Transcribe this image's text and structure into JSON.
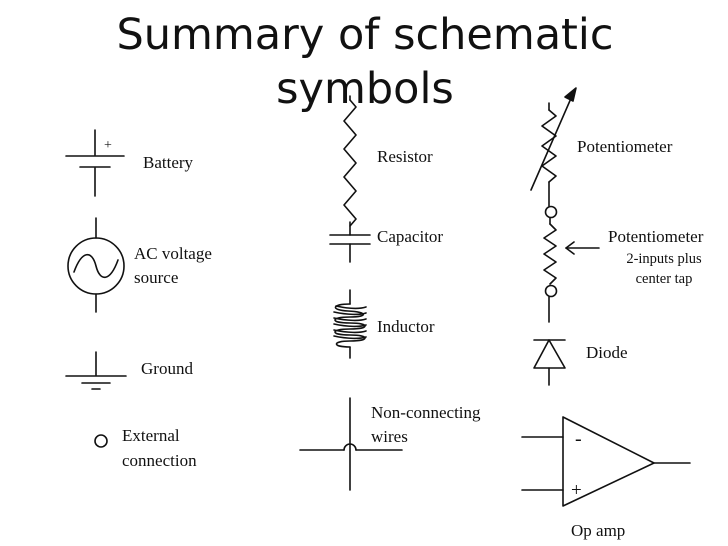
{
  "title": "Summary of schematic symbols",
  "symbols": {
    "battery": {
      "label": "Battery",
      "plus": "+"
    },
    "ac_source": {
      "label_line1": "AC voltage",
      "label_line2": "source"
    },
    "ground": {
      "label": "Ground"
    },
    "external_connection": {
      "label_line1": "External",
      "label_line2": "connection"
    },
    "resistor": {
      "label": "Resistor"
    },
    "capacitor": {
      "label": "Capacitor"
    },
    "inductor": {
      "label": "Inductor"
    },
    "non_connecting_wires": {
      "label_line1": "Non-connecting",
      "label_line2": "wires"
    },
    "potentiometer": {
      "label": "Potentiometer"
    },
    "potentiometer_tap": {
      "label": "Potentiometer",
      "sub_line1": "2-inputs plus",
      "sub_line2": "center tap"
    },
    "diode": {
      "label": "Diode"
    },
    "op_amp": {
      "label": "Op amp",
      "minus": "-",
      "plus": "+"
    }
  }
}
